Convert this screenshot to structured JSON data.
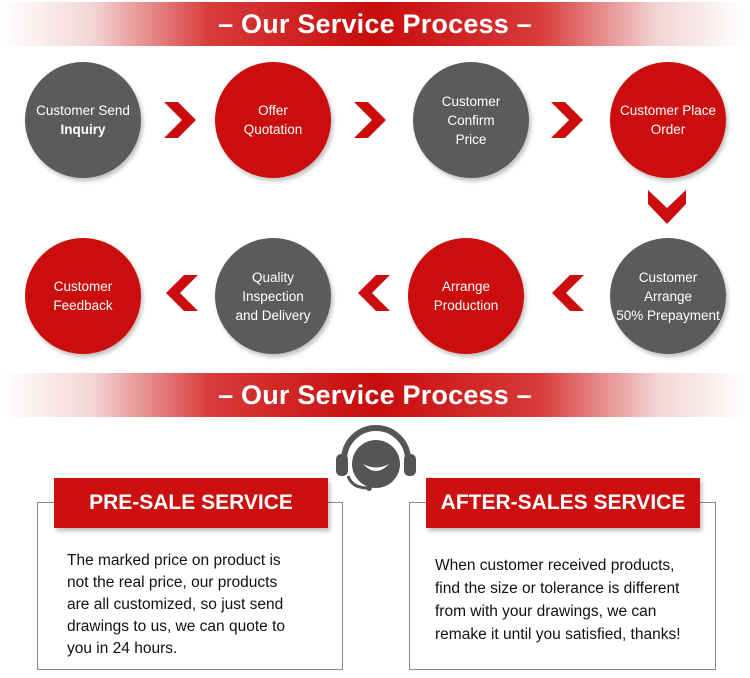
{
  "banners": {
    "top": "– Our Service Process –",
    "middle": "– Our Service Process –"
  },
  "steps": [
    {
      "line1": "Customer Send",
      "line2": "Inquiry",
      "color": "#5b5b5b"
    },
    {
      "line1": "Offer",
      "line2": "Quotation",
      "color": "#cc0d0d"
    },
    {
      "line1": "Customer Confirm",
      "line2": "Price",
      "color": "#5b5b5b"
    },
    {
      "line1": "Customer Place",
      "line2": "Order",
      "color": "#cc0d0d"
    },
    {
      "line1": "Customer Arrange",
      "line2": "50% Prepayment",
      "color": "#5b5b5b"
    },
    {
      "line1": "Arrange",
      "line2": "Production",
      "color": "#cc0d0d"
    },
    {
      "line1": "Quality Inspection",
      "line2": "and Delivery",
      "color": "#5b5b5b"
    },
    {
      "line1": "Customer",
      "line2": "Feedback",
      "color": "#cc0d0d"
    }
  ],
  "icons": {
    "arrow": "chevron-arrow-icon",
    "support": "headset-smile-icon"
  },
  "pre_sale": {
    "title": "PRE-SALE SERVICE",
    "lines": [
      "The marked price on product is",
      "not the real price, our products",
      "are all customized, so just send",
      "drawings to us, we can quote to",
      "you in 24 hours."
    ]
  },
  "after_sales": {
    "title": "AFTER-SALES SERVICE",
    "lines": [
      "When customer received products,",
      "find the size or tolerance is different",
      "from with your drawings, we can",
      "remake it until you satisfied, thanks!"
    ]
  },
  "colors": {
    "accent_red": "#cc0d0d",
    "circle_gray": "#5b5b5b"
  }
}
